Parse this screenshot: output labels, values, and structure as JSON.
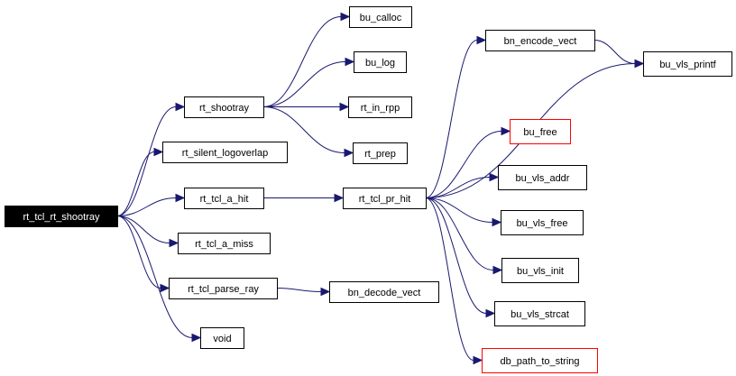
{
  "graph": {
    "nodes": [
      {
        "id": "root",
        "label": "rt_tcl_rt_shootray",
        "style": "root"
      },
      {
        "id": "rt_shootray",
        "label": "rt_shootray",
        "style": "normal"
      },
      {
        "id": "rt_silent_logoverlap",
        "label": "rt_silent_logoverlap",
        "style": "normal"
      },
      {
        "id": "rt_tcl_a_hit",
        "label": "rt_tcl_a_hit",
        "style": "normal"
      },
      {
        "id": "rt_tcl_a_miss",
        "label": "rt_tcl_a_miss",
        "style": "normal"
      },
      {
        "id": "rt_tcl_parse_ray",
        "label": "rt_tcl_parse_ray",
        "style": "normal"
      },
      {
        "id": "void",
        "label": "void",
        "style": "normal"
      },
      {
        "id": "bu_calloc",
        "label": "bu_calloc",
        "style": "normal"
      },
      {
        "id": "bu_log",
        "label": "bu_log",
        "style": "normal"
      },
      {
        "id": "rt_in_rpp",
        "label": "rt_in_rpp",
        "style": "normal"
      },
      {
        "id": "rt_prep",
        "label": "rt_prep",
        "style": "normal"
      },
      {
        "id": "rt_tcl_pr_hit",
        "label": "rt_tcl_pr_hit",
        "style": "normal"
      },
      {
        "id": "bn_decode_vect",
        "label": "bn_decode_vect",
        "style": "normal"
      },
      {
        "id": "bn_encode_vect",
        "label": "bn_encode_vect",
        "style": "normal"
      },
      {
        "id": "bu_vls_printf",
        "label": "bu_vls_printf",
        "style": "normal"
      },
      {
        "id": "bu_free",
        "label": "bu_free",
        "style": "external"
      },
      {
        "id": "bu_vls_addr",
        "label": "bu_vls_addr",
        "style": "normal"
      },
      {
        "id": "bu_vls_free",
        "label": "bu_vls_free",
        "style": "normal"
      },
      {
        "id": "bu_vls_init",
        "label": "bu_vls_init",
        "style": "normal"
      },
      {
        "id": "bu_vls_strcat",
        "label": "bu_vls_strcat",
        "style": "normal"
      },
      {
        "id": "db_path_to_string",
        "label": "db_path_to_string",
        "style": "external"
      }
    ],
    "edges": [
      {
        "from": "root",
        "to": "rt_shootray"
      },
      {
        "from": "root",
        "to": "rt_silent_logoverlap"
      },
      {
        "from": "root",
        "to": "rt_tcl_a_hit"
      },
      {
        "from": "root",
        "to": "rt_tcl_a_miss"
      },
      {
        "from": "root",
        "to": "rt_tcl_parse_ray"
      },
      {
        "from": "root",
        "to": "void"
      },
      {
        "from": "rt_shootray",
        "to": "bu_calloc"
      },
      {
        "from": "rt_shootray",
        "to": "bu_log"
      },
      {
        "from": "rt_shootray",
        "to": "rt_in_rpp"
      },
      {
        "from": "rt_shootray",
        "to": "rt_prep"
      },
      {
        "from": "rt_tcl_a_hit",
        "to": "rt_tcl_pr_hit"
      },
      {
        "from": "rt_tcl_parse_ray",
        "to": "bn_decode_vect"
      },
      {
        "from": "rt_tcl_pr_hit",
        "to": "bn_encode_vect"
      },
      {
        "from": "rt_tcl_pr_hit",
        "to": "bu_vls_printf"
      },
      {
        "from": "rt_tcl_pr_hit",
        "to": "bu_free"
      },
      {
        "from": "rt_tcl_pr_hit",
        "to": "bu_vls_addr"
      },
      {
        "from": "rt_tcl_pr_hit",
        "to": "bu_vls_free"
      },
      {
        "from": "rt_tcl_pr_hit",
        "to": "bu_vls_init"
      },
      {
        "from": "rt_tcl_pr_hit",
        "to": "bu_vls_strcat"
      },
      {
        "from": "rt_tcl_pr_hit",
        "to": "db_path_to_string"
      },
      {
        "from": "bn_encode_vect",
        "to": "bu_vls_printf"
      }
    ],
    "colors": {
      "edge": "#191970",
      "root_fill": "#000000",
      "root_text": "#ffffff",
      "external_border": "#ff0000",
      "node_border": "#000000"
    }
  }
}
